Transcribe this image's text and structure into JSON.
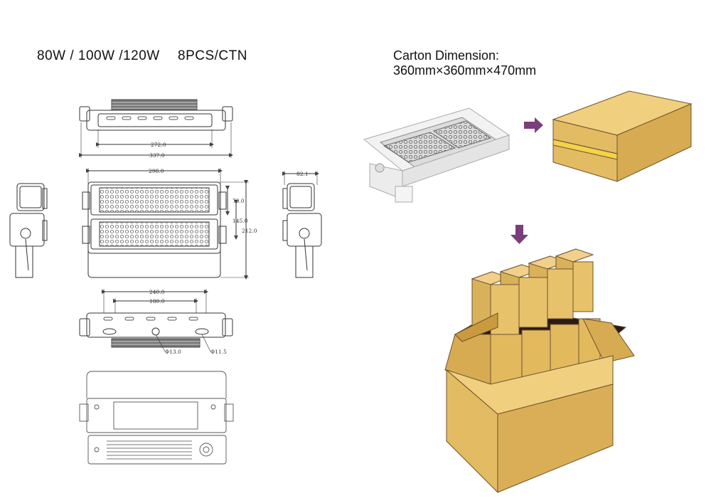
{
  "header": {
    "watts": "80W / 100W /120W",
    "pack": "8PCS/CTN"
  },
  "carton": {
    "title": "Carton Dimension:",
    "size": "360mm×360mm×470mm"
  },
  "dimensions": {
    "top_inner": "272.0",
    "top_outer": "337.0",
    "front_width": "298.0",
    "side_depth": "82.1",
    "module_height": "70.0",
    "pitch": "145.0",
    "total_height": "212.0",
    "bottom_outer": "240.0",
    "bottom_inner": "180.0",
    "hole_large": "Φ13.0",
    "hole_small": "Φ11.5"
  },
  "colors": {
    "carton": "#e8c26a",
    "carton_dark": "#c99a3e",
    "carton_edge": "#6b5230",
    "arrow": "#7a3e7a",
    "line": "#333333"
  }
}
